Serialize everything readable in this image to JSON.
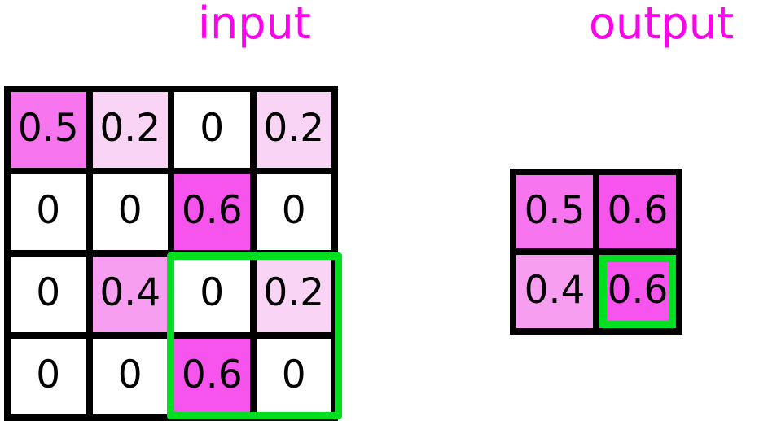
{
  "titles": {
    "input": "input",
    "output": "output"
  },
  "colors": {
    "title": "#ff00ee",
    "highlight": "#00e020",
    "grid_line": "#000000",
    "background": "#ffffff",
    "value_0": "#ffffff",
    "value_02": "#fad4f5",
    "value_04": "#f79ef0",
    "value_05": "#f775ee",
    "value_06": "#f754ee"
  },
  "input_matrix": {
    "rows": 4,
    "cols": 4,
    "cells": [
      [
        {
          "value": "0.5",
          "color": "#f775ee"
        },
        {
          "value": "0.2",
          "color": "#fad4f5"
        },
        {
          "value": "0",
          "color": "#ffffff"
        },
        {
          "value": "0.2",
          "color": "#fad4f5"
        }
      ],
      [
        {
          "value": "0",
          "color": "#ffffff"
        },
        {
          "value": "0",
          "color": "#ffffff"
        },
        {
          "value": "0.6",
          "color": "#f754ee"
        },
        {
          "value": "0",
          "color": "#ffffff"
        }
      ],
      [
        {
          "value": "0",
          "color": "#ffffff"
        },
        {
          "value": "0.4",
          "color": "#f79ef0"
        },
        {
          "value": "0",
          "color": "#ffffff"
        },
        {
          "value": "0.2",
          "color": "#fad4f5"
        }
      ],
      [
        {
          "value": "0",
          "color": "#ffffff"
        },
        {
          "value": "0",
          "color": "#ffffff"
        },
        {
          "value": "0.6",
          "color": "#f754ee"
        },
        {
          "value": "0",
          "color": "#ffffff"
        }
      ]
    ]
  },
  "output_matrix": {
    "rows": 2,
    "cols": 2,
    "cells": [
      [
        {
          "value": "0.5",
          "color": "#f775ee",
          "highlighted": false
        },
        {
          "value": "0.6",
          "color": "#f754ee",
          "highlighted": false
        }
      ],
      [
        {
          "value": "0.4",
          "color": "#f79ef0",
          "highlighted": false
        },
        {
          "value": "0.6",
          "color": "#f754ee",
          "highlighted": true
        }
      ]
    ]
  },
  "highlight_window": {
    "label": "pooling-window",
    "input_rows": [
      2,
      3
    ],
    "input_cols": [
      2,
      3
    ]
  }
}
